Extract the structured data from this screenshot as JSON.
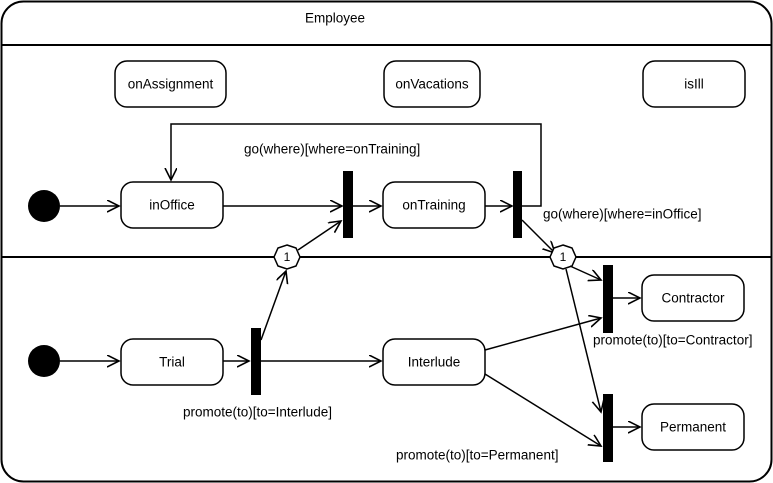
{
  "title": "Employee",
  "states": {
    "on_assignment": "onAssignment",
    "on_vacations": "onVacations",
    "is_ill": "isIll",
    "in_office": "inOffice",
    "on_training": "onTraining",
    "trial": "Trial",
    "interlude": "Interlude",
    "contractor": "Contractor",
    "permanent": "Permanent"
  },
  "transitions": {
    "go_training": "go(where)[where=onTraining]",
    "go_office": "go(where)[where=inOffice]",
    "promote_interlude": "promote(to)[to=Interlude]",
    "promote_contractor": "promote(to)[to=Contractor]",
    "promote_permanent": "promote(to)[to=Permanent]"
  },
  "sync_points": {
    "left": "1",
    "right": "1"
  }
}
